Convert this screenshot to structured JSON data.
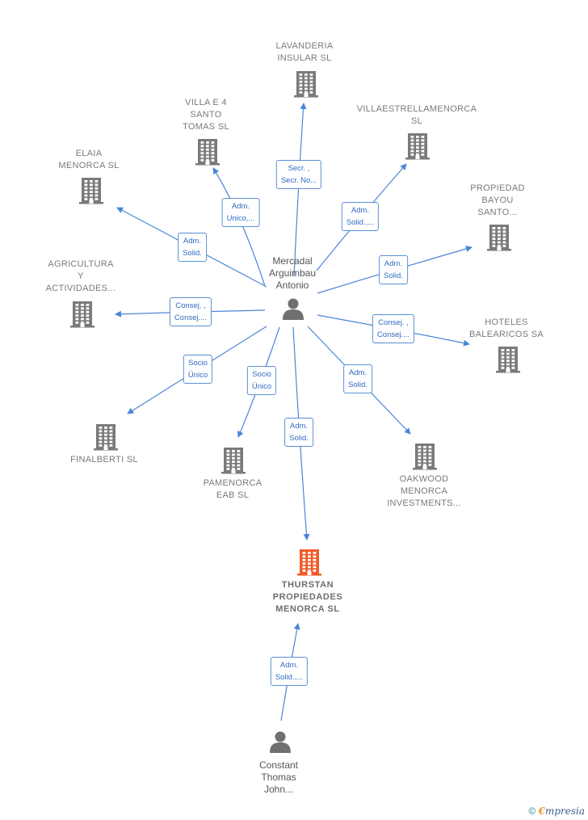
{
  "colors": {
    "edge": "#4a86d8",
    "building": "#7a7a7a",
    "focus": "#f05a28",
    "person": "#707070"
  },
  "center": {
    "id": "mercadal",
    "label": [
      "Mercadal",
      "Arguimbau",
      "Antonio"
    ]
  },
  "nodes": [
    {
      "id": "lavanderia",
      "type": "company",
      "label": [
        "LAVANDERIA",
        "INSULAR  SL"
      ]
    },
    {
      "id": "villa",
      "type": "company",
      "label": [
        "VILLA E 4",
        "SANTO",
        "TOMAS SL"
      ]
    },
    {
      "id": "villaestrella",
      "type": "company",
      "label": [
        "VILLAESTRELLAMENORCA",
        "SL"
      ]
    },
    {
      "id": "elaia",
      "type": "company",
      "label": [
        "ELAIA",
        "MENORCA  SL"
      ]
    },
    {
      "id": "propiedad",
      "type": "company",
      "label": [
        "PROPIEDAD",
        "BAYOU",
        "SANTO..."
      ]
    },
    {
      "id": "agricultura",
      "type": "company",
      "label": [
        "AGRICULTURA",
        "Y",
        "ACTIVIDADES..."
      ]
    },
    {
      "id": "hoteles",
      "type": "company",
      "label": [
        "HOTELES",
        "BALEARICOS SA"
      ]
    },
    {
      "id": "finalberti",
      "type": "company",
      "label": [
        "FINALBERTI  SL"
      ]
    },
    {
      "id": "pamenorca",
      "type": "company",
      "label": [
        "PAMENORCA",
        "EAB  SL"
      ]
    },
    {
      "id": "oakwood",
      "type": "company",
      "label": [
        "OAKWOOD",
        "MENORCA",
        "INVESTMENTS..."
      ]
    },
    {
      "id": "thurstan",
      "type": "focus",
      "label": [
        "THURSTAN",
        "PROPIEDADES",
        "MENORCA  SL"
      ]
    },
    {
      "id": "constant",
      "type": "person",
      "label": [
        "Constant",
        "Thomas",
        "John..."
      ]
    }
  ],
  "edges": [
    {
      "from": "mercadal",
      "to": "lavanderia",
      "label": [
        "Secr. ,",
        "Secr. No..."
      ]
    },
    {
      "from": "mercadal",
      "to": "villa",
      "label": [
        "Adm.",
        "Unico,..."
      ]
    },
    {
      "from": "mercadal",
      "to": "villaestrella",
      "label": [
        "Adm.",
        "Solid.,..."
      ]
    },
    {
      "from": "mercadal",
      "to": "elaia",
      "label": [
        "Adm.",
        "Solid."
      ]
    },
    {
      "from": "mercadal",
      "to": "propiedad",
      "label": [
        "Adm.",
        "Solid."
      ]
    },
    {
      "from": "mercadal",
      "to": "agricultura",
      "label": [
        "Consej. ,",
        "Consej...."
      ]
    },
    {
      "from": "mercadal",
      "to": "hoteles",
      "label": [
        "Consej. ,",
        "Consej...."
      ]
    },
    {
      "from": "mercadal",
      "to": "finalberti",
      "label": [
        "Socio",
        "Único"
      ]
    },
    {
      "from": "mercadal",
      "to": "pamenorca",
      "label": [
        "Socio",
        "Único"
      ]
    },
    {
      "from": "mercadal",
      "to": "oakwood",
      "label": [
        "Adm.",
        "Solid."
      ]
    },
    {
      "from": "mercadal",
      "to": "thurstan",
      "label": [
        "Adm.",
        "Solid."
      ]
    },
    {
      "from": "constant",
      "to": "thurstan",
      "label": [
        "Adm.",
        "Solid.,..."
      ]
    }
  ],
  "footer": {
    "copyright": "©",
    "brand_initial": "€",
    "brand_rest": "mpresia"
  }
}
